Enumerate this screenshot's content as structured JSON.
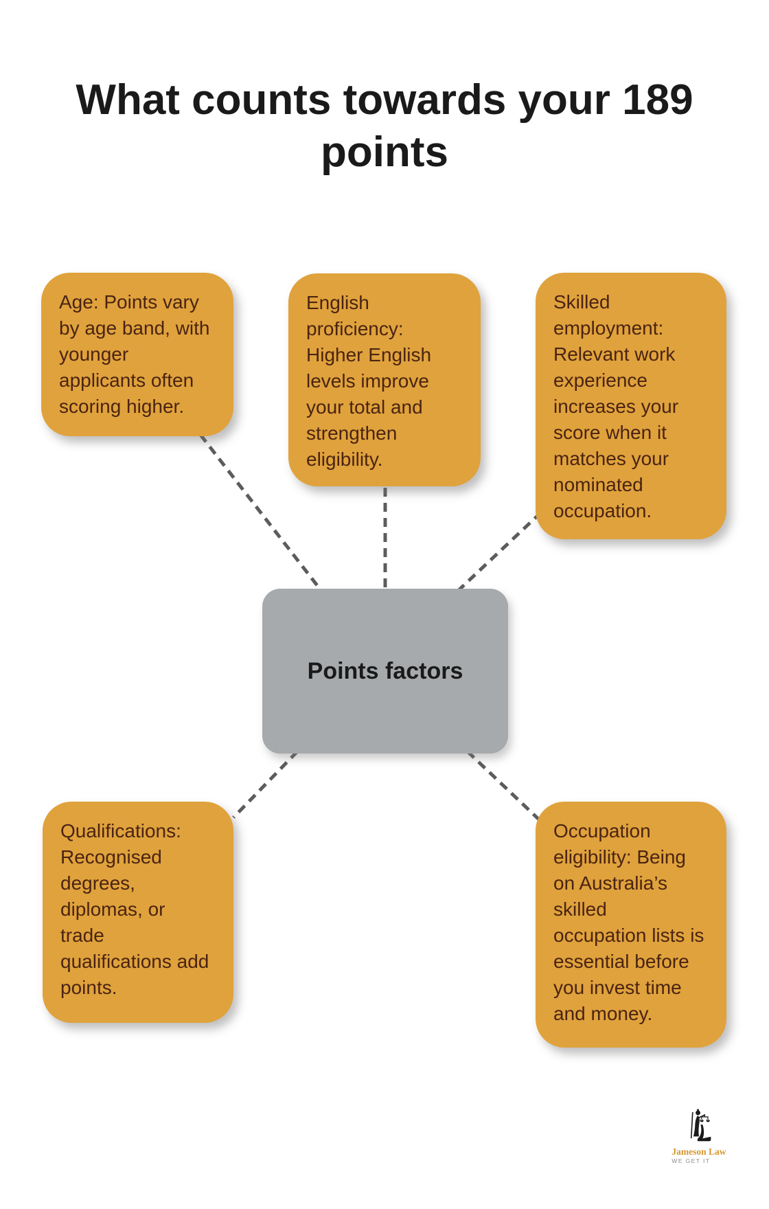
{
  "title": {
    "lines": [
      "What counts towards your 189",
      "points"
    ]
  },
  "center": {
    "label": "Points factors"
  },
  "nodes": {
    "age": {
      "lines": [
        "Age: Points vary",
        "by age band, with",
        "younger",
        "applicants often",
        "scoring higher."
      ]
    },
    "english": {
      "lines": [
        "English",
        "proficiency:",
        "Higher English",
        "levels improve",
        "your total and",
        "strengthen",
        "eligibility."
      ]
    },
    "skilled": {
      "lines": [
        "Skilled",
        "employment:",
        "Relevant work",
        "experience",
        "increases your",
        "score when it",
        "matches your",
        "nominated",
        "occupation."
      ]
    },
    "qualifications": {
      "lines": [
        "Qualifications:",
        "Recognised",
        "degrees,",
        "diplomas, or",
        "trade",
        "qualifications add",
        "points."
      ]
    },
    "occupation": {
      "lines": [
        "Occupation",
        "eligibility: Being",
        "on Australia’s",
        "skilled",
        "occupation lists is",
        "essential before",
        "you invest time",
        "and money."
      ]
    }
  },
  "logo": {
    "icon": "lady-justice-scales-icon",
    "name": "Jameson Law",
    "tagline": "WE GET IT"
  },
  "colors": {
    "background": "#FFFFFF",
    "node_fill": "#E0A23C",
    "node_text": "#4A2412",
    "center_fill": "#A7AAAC",
    "center_text": "#1A1A1A",
    "title_text": "#1A1A1A",
    "connector": "#5C5C5C",
    "logo_name": "#D6982F",
    "logo_tagline": "#8A8A8A",
    "logo_mark": "#1B1B1B"
  }
}
